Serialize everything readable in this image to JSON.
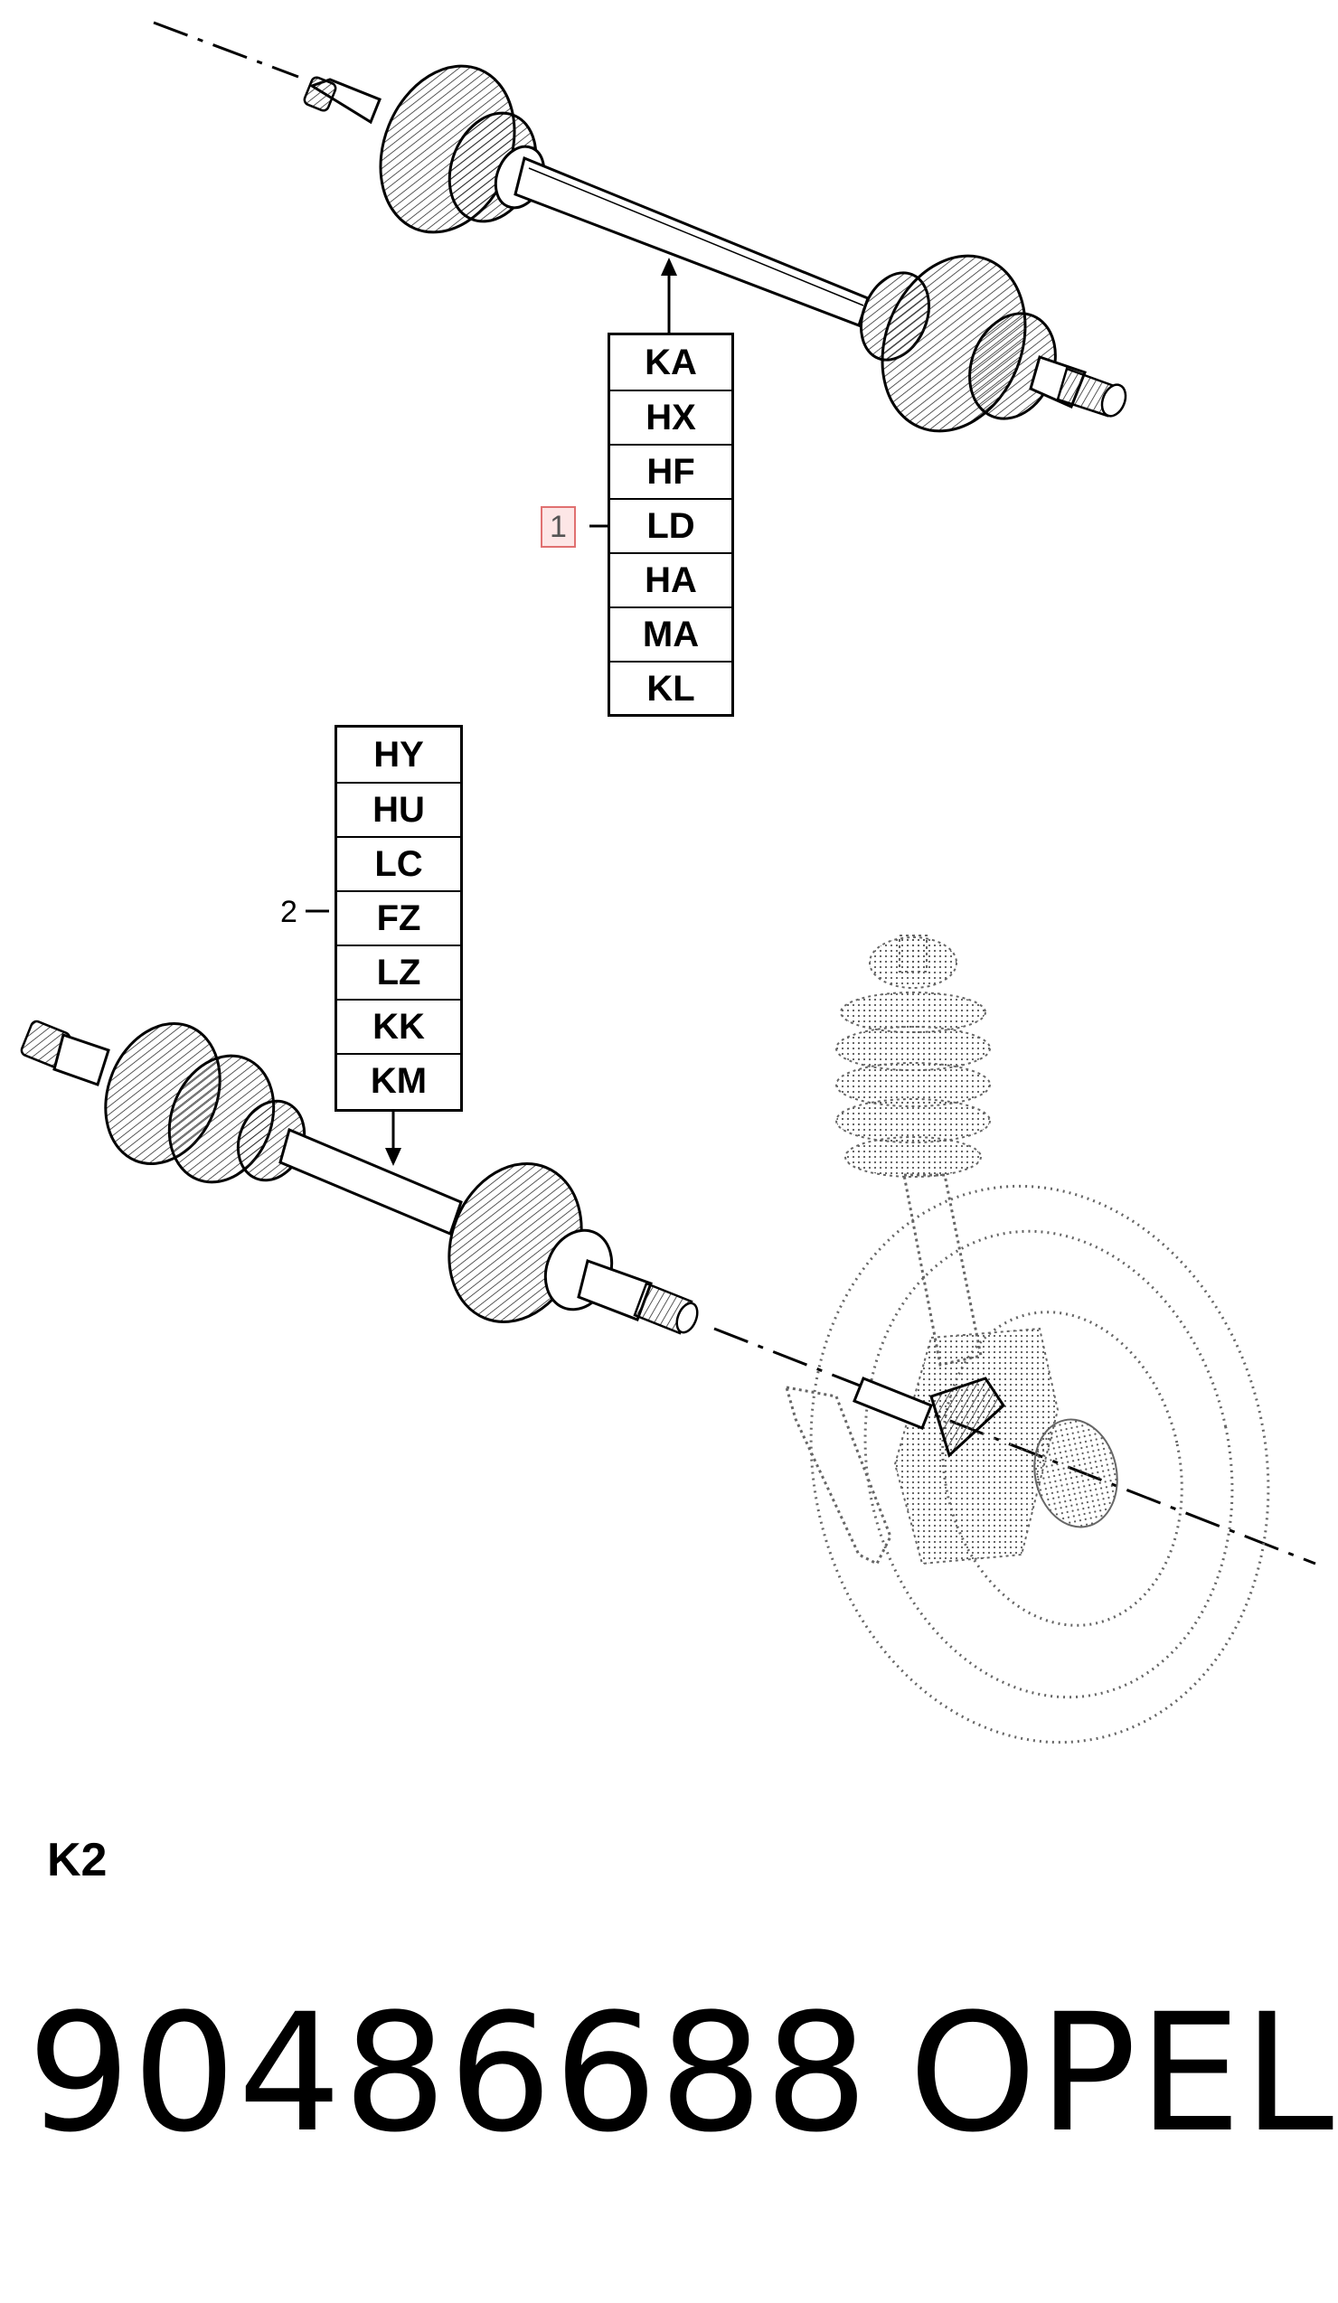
{
  "diagram": {
    "group_1": {
      "callout": "1",
      "codes": [
        "KA",
        "HX",
        "HF",
        "LD",
        "HA",
        "MA",
        "KL"
      ]
    },
    "group_2": {
      "callout": "2",
      "codes": [
        "HY",
        "HU",
        "LC",
        "FZ",
        "LZ",
        "KK",
        "KM"
      ]
    }
  },
  "footer": {
    "page_label": "K2",
    "part_number": "90486688",
    "brand": "OPEL"
  }
}
